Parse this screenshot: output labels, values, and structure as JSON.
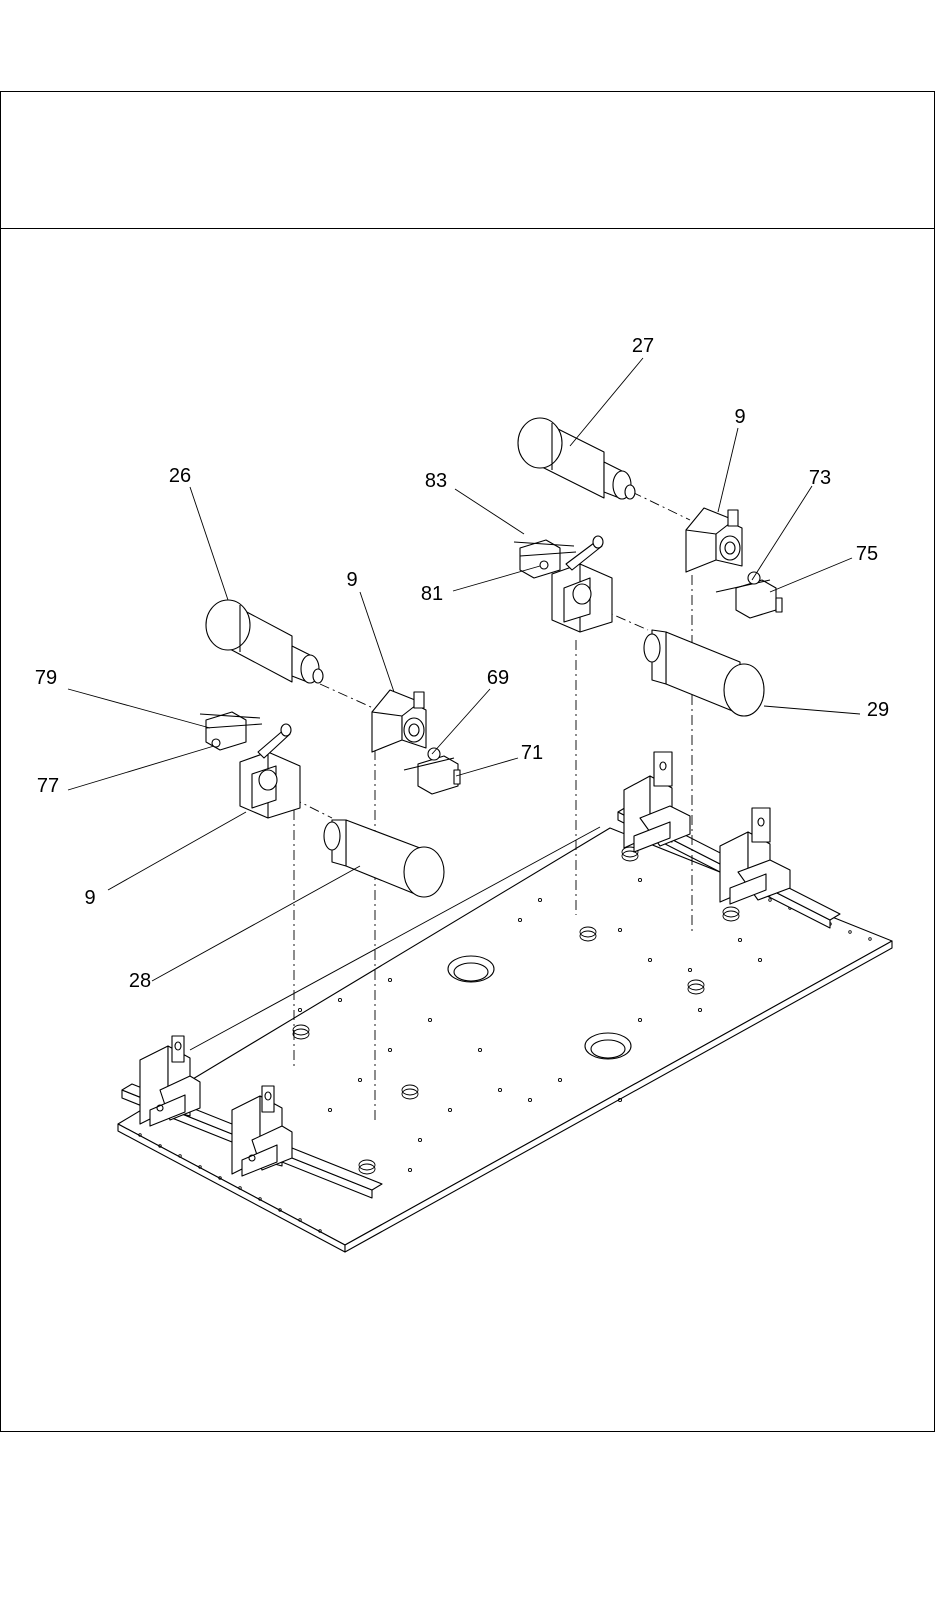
{
  "callouts": {
    "c27": "27",
    "c9_top_right": "9",
    "c73": "73",
    "c75": "75",
    "c83": "83",
    "c81": "81",
    "c26": "26",
    "c9_mid": "9",
    "c69": "69",
    "c71": "71",
    "c79": "79",
    "c77": "77",
    "c29": "29",
    "c9_left": "9",
    "c28": "28"
  }
}
